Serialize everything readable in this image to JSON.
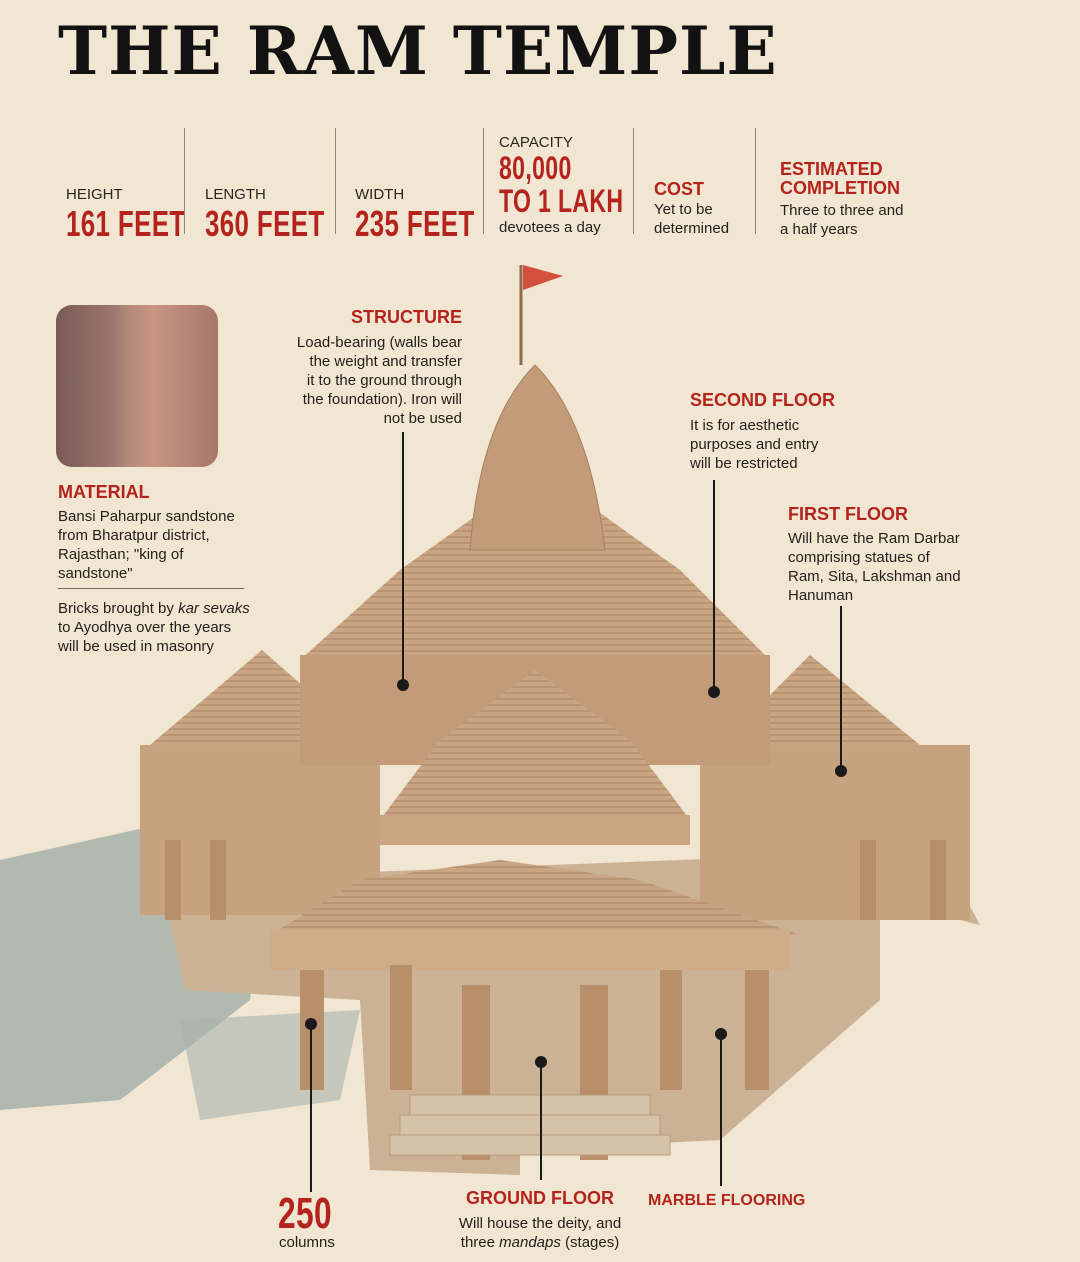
{
  "title": "THE RAM TEMPLE",
  "stats": {
    "height": {
      "label": "HEIGHT",
      "value": "161 FEET"
    },
    "length": {
      "label": "LENGTH",
      "value": "360 FEET"
    },
    "width": {
      "label": "WIDTH",
      "value": "235 FEET"
    },
    "capacity": {
      "label": "CAPACITY",
      "value_line1": "80,000",
      "value_line2": "TO 1 LAKH",
      "note": "devotees a day"
    },
    "cost": {
      "heading": "COST",
      "line1": "Yet to be",
      "line2": "determined"
    },
    "completion": {
      "heading_line1": "ESTIMATED",
      "heading_line2": "COMPLETION",
      "line1": "Three to three and",
      "line2": "a half years"
    }
  },
  "material": {
    "heading": "MATERIAL",
    "lines": [
      "Bansi Paharpur sandstone",
      "from Bharatpur district,",
      "Rajasthan; \"king of",
      "sandstone\""
    ],
    "bricks_pre": "Bricks brought by ",
    "bricks_em": "kar sevaks",
    "bricks_lines": [
      "to Ayodhya over the years",
      "will be used in masonry"
    ]
  },
  "structure": {
    "heading": "STRUCTURE",
    "lines": [
      "Load-bearing (walls bear",
      "the weight and transfer",
      "it to the ground through",
      "the foundation). Iron will",
      "not be used"
    ]
  },
  "second_floor": {
    "heading": "SECOND FLOOR",
    "lines": [
      "It is for aesthetic",
      "purposes and entry",
      "will be restricted"
    ]
  },
  "first_floor": {
    "heading": "FIRST FLOOR",
    "lines": [
      "Will have the Ram Darbar",
      "comprising statues of",
      "Ram, Sita, Lakshman and",
      "Hanuman"
    ]
  },
  "columns": {
    "value": "250",
    "label": "columns"
  },
  "ground_floor": {
    "heading": "GROUND FLOOR",
    "line1": "Will house the deity, and",
    "line2_pre": "three ",
    "line2_em": "mandaps",
    "line2_post": " (stages)"
  },
  "marble": {
    "heading": "MARBLE FLOORING"
  },
  "colors": {
    "accent_red": "#b5241c",
    "background": "#f0e6d2",
    "stone": "#c9a584"
  }
}
